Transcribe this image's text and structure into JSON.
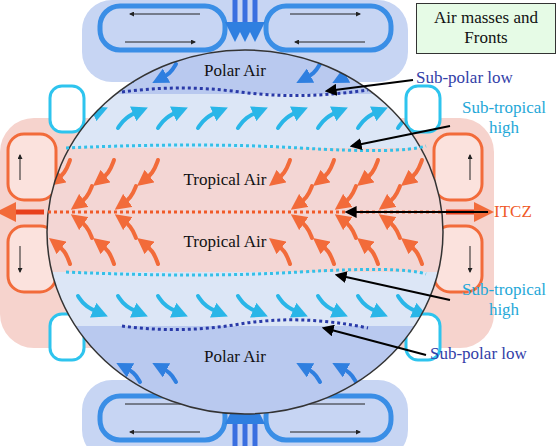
{
  "diagram": {
    "title": "Air masses and Fronts",
    "labels": [
      "Polar Air",
      "Sub-polar low",
      "Sub-tropical high",
      "Tropical Air",
      "ITCZ",
      "Tropical Air",
      "Sub-tropical high",
      "Sub-polar low",
      "Polar Air"
    ]
  }
}
